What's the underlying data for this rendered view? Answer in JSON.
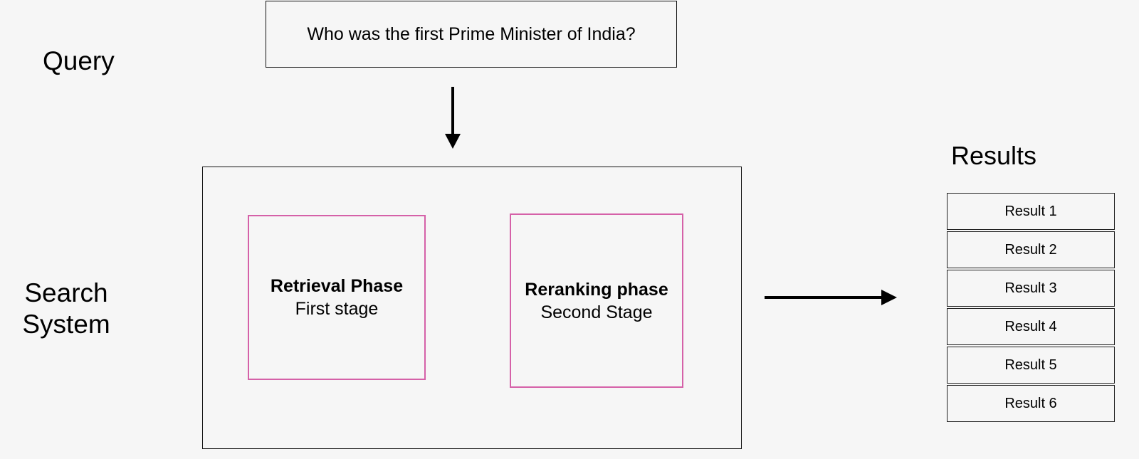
{
  "query_label": "Query",
  "search_system_label_lines": [
    "Search",
    "System"
  ],
  "query_text": "Who was the first Prime Minister of India?",
  "retrieval": {
    "title": "Retrieval Phase",
    "subtitle": "First stage"
  },
  "reranking": {
    "title": "Reranking phase",
    "subtitle": "Second Stage"
  },
  "results_heading": "Results",
  "results": [
    "Result 1",
    "Result 2",
    "Result 3",
    "Result 4",
    "Result 5",
    "Result 6"
  ],
  "colors": {
    "phase_border": "#d561a8",
    "background": "#f6f6f6",
    "line": "#000000"
  }
}
